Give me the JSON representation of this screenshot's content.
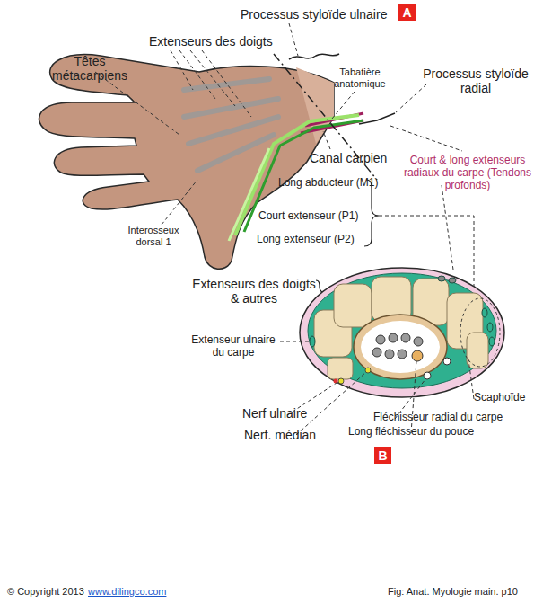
{
  "diagram": {
    "nodes": [
      {
        "text": [
          "A"
        ]
      },
      {
        "text": [
          "B"
        ]
      }
    ],
    "labels": [
      "Processus styloïde ulnaire",
      "Extenseurs des doigts",
      "Têtes métacarpiens",
      "Tabatière anatomique",
      "Processus styloïde radial",
      "Canal carpien",
      "Court & long extenseurs radiaux du carpe (Tendons profonds)",
      "Long abducteur (M1)",
      "Court extenseur (P1)",
      "Long extenseur (P2)",
      "Interosseux dorsal 1",
      "Extenseurs des doigts & autres",
      "Extenseur ulnaire du carpe",
      "Scaphoïde",
      "Nerf ulnaire",
      "Nerf. médian",
      "Fléchisseur radial du carpe",
      "Long fléchisseur du pouce",
      "© Copyright 2013",
      "www.dilingco.com",
      "Fig:  Anat. Myologie main. p10"
    ]
  }
}
